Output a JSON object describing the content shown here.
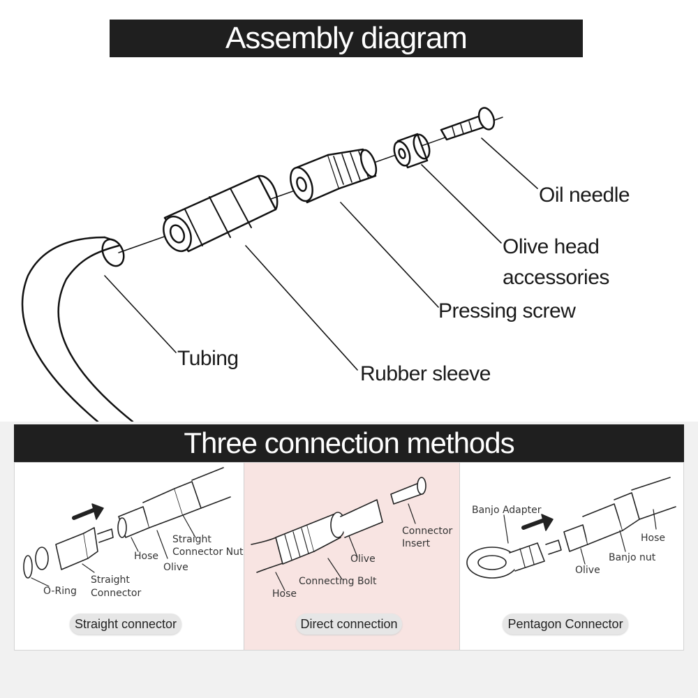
{
  "assembly": {
    "title": "Assembly diagram",
    "labels": {
      "oil_needle": "Oil needle",
      "olive_head_line1": "Olive head",
      "olive_head_line2": "accessories",
      "pressing_screw": "Pressing screw",
      "tubing": "Tubing",
      "rubber_sleeve": "Rubber sleeve"
    }
  },
  "methods": {
    "title": "Three connection methods",
    "panels": [
      {
        "caption": "Straight connector",
        "labels": {
          "o_ring": "O-Ring",
          "straight_connector_1": "Straight",
          "straight_connector_2": "Connector",
          "hose": "Hose",
          "olive": "Olive",
          "nut_1": "Straight",
          "nut_2": "Connector Nut"
        }
      },
      {
        "caption": "Direct connection",
        "labels": {
          "hose": "Hose",
          "connecting_bolt": "Connecting Bolt",
          "olive": "Olive",
          "insert_1": "Connector",
          "insert_2": "Insert"
        }
      },
      {
        "caption": "Pentagon Connector",
        "labels": {
          "banjo_adapter": "Banjo Adapter",
          "olive": "Olive",
          "banjo_nut": "Banjo nut",
          "hose": "Hose"
        }
      }
    ]
  },
  "colors": {
    "banner": "#1f1f1f",
    "pink_panel": "#f8e4e2",
    "section_bg": "#f1f1f1"
  }
}
